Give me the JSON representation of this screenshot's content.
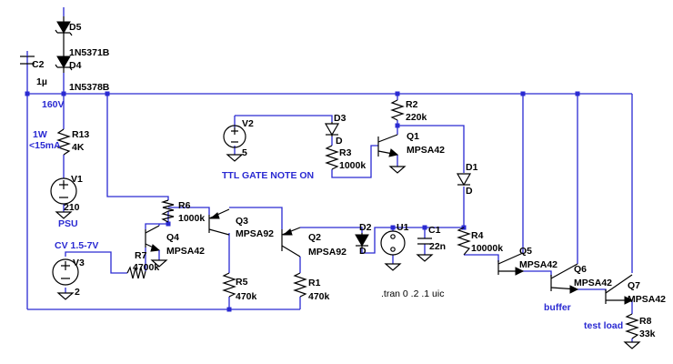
{
  "components": {
    "D5": {
      "name": "D5",
      "value": "1N5371B"
    },
    "D4": {
      "name": "D4",
      "value": "1N5378B"
    },
    "C2": {
      "name": "C2",
      "value": "1µ"
    },
    "R13": {
      "name": "R13",
      "value": "4K"
    },
    "V1": {
      "name": "V1",
      "value": "210"
    },
    "V2": {
      "name": "V2",
      "value": "5"
    },
    "D3": {
      "name": "D3",
      "value": "D"
    },
    "R3": {
      "name": "R3",
      "value": "1000k"
    },
    "R2": {
      "name": "R2",
      "value": "220k"
    },
    "Q1": {
      "name": "Q1",
      "value": "MPSA42"
    },
    "D1": {
      "name": "D1",
      "value": "D"
    },
    "R6": {
      "name": "R6",
      "value": "1000k"
    },
    "Q3": {
      "name": "Q3",
      "value": "MPSA92"
    },
    "Q4": {
      "name": "Q4",
      "value": "MPSA42"
    },
    "R7": {
      "name": "R7",
      "value": "4700k"
    },
    "V3": {
      "name": "V3",
      "value": "2"
    },
    "R5": {
      "name": "R5",
      "value": "470k"
    },
    "Q2": {
      "name": "Q2",
      "value": "MPSA92"
    },
    "R1": {
      "name": "R1",
      "value": "470k"
    },
    "D2": {
      "name": "D2",
      "value": "D"
    },
    "U1": {
      "name": "U1"
    },
    "C1": {
      "name": "C1",
      "value": "22n"
    },
    "R4": {
      "name": "R4",
      "value": "10000k"
    },
    "Q5": {
      "name": "Q5",
      "value": "MPSA42"
    },
    "Q6": {
      "name": "Q6",
      "value": "MPSA42"
    },
    "Q7": {
      "name": "Q7",
      "value": "MPSA42"
    },
    "R8": {
      "name": "R8",
      "value": "33k"
    }
  },
  "annotations": {
    "v160": "160V",
    "power_1w": "1W",
    "current_15ma": "<15mA",
    "psu": "PSU",
    "ttl_gate": "TTL GATE NOTE ON",
    "cv": "CV 1.5-7V",
    "buffer": "buffer",
    "test_load": "test load"
  },
  "directive": ".tran 0 .2 .1 uic",
  "colors": {
    "wire": "#2a2ad2",
    "component": "#000000",
    "background": "#ffffff"
  }
}
